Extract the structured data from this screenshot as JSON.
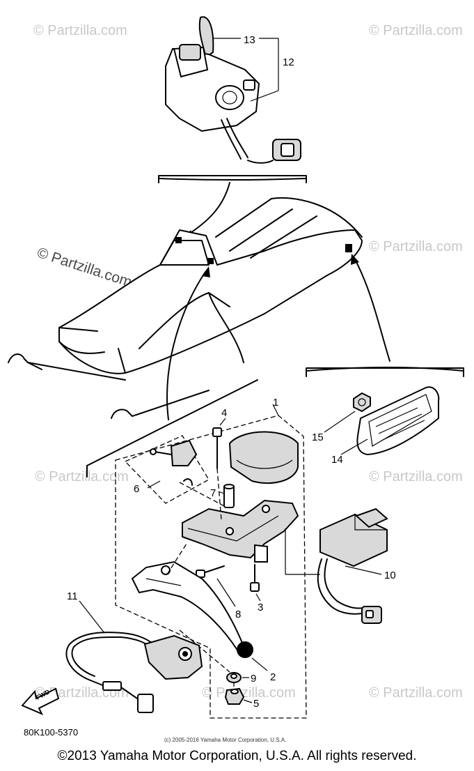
{
  "watermarks": {
    "faint": [
      "© Partzilla.com",
      "© Partzilla.com",
      "© Partzilla.com",
      "© Partzilla.com",
      "© Partzilla.com",
      "© Partzilla.com",
      "© Partzilla.com",
      "© Partzilla.com"
    ],
    "prominent": "© Partzilla.com"
  },
  "callouts": {
    "c1": "1",
    "c2": "2",
    "c3": "3",
    "c4": "4",
    "c5": "5",
    "c6": "6",
    "c7": "7",
    "c8": "8",
    "c9": "9",
    "c10": "10",
    "c11": "11",
    "c12": "12",
    "c13": "13",
    "c14": "14",
    "c15": "15"
  },
  "fwd_label": "FWD",
  "diagram_code": "80K100-5370",
  "small_copyright": "(c) 2005-2016 Yamaha Motor Corporation, U.S.A.",
  "footer_copyright": "©2013 Yamaha Motor Corporation, U.S.A. All rights reserved."
}
